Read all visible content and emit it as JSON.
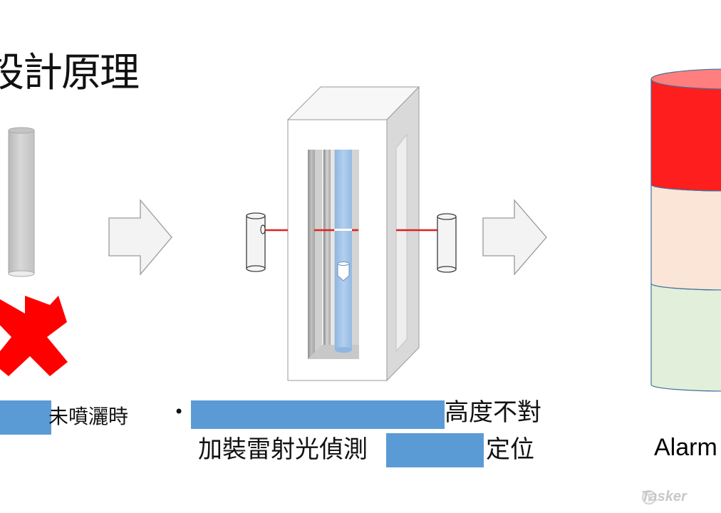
{
  "title": "設計原理",
  "left_caption": "未噴灑時",
  "bullet_symbol": "•",
  "bullet_line1_suffix": "高度不對",
  "bullet_line2_prefix": "加裝雷射光偵測",
  "bullet_line2_suffix": "定位",
  "alarm_label": "Alarm",
  "watermark": "Tasker",
  "colors": {
    "laser": "#e02020",
    "redact_box": "#5b9bd5",
    "x_mark": "#ff0000",
    "alarm_red": "#ff1e1e",
    "alarm_pink": "#fbe5d6",
    "alarm_green": "#e2efda"
  },
  "icons": [
    "cross-mark-icon",
    "right-arrow-icon",
    "laser-emitter-icon",
    "watermark-logo-icon"
  ]
}
